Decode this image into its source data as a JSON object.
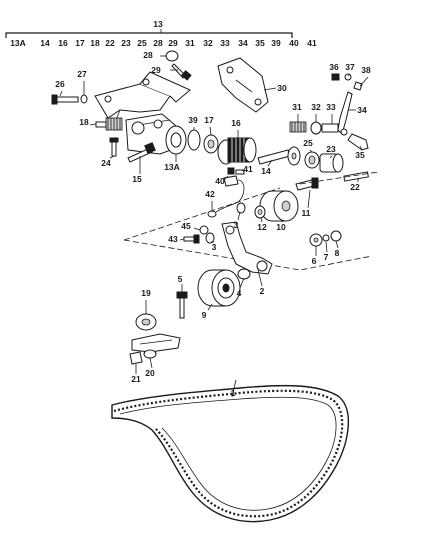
{
  "header": {
    "assembly_number": "13",
    "ref_list": [
      "13A",
      "14",
      "16",
      "17",
      "18",
      "22",
      "23",
      "25",
      "28",
      "29",
      "31",
      "32",
      "33",
      "34",
      "35",
      "39",
      "40",
      "41"
    ]
  },
  "callouts": [
    {
      "id": "c-1",
      "text": "1"
    },
    {
      "id": "c-2",
      "text": "2"
    },
    {
      "id": "c-3a",
      "text": "3"
    },
    {
      "id": "c-3b",
      "text": "3"
    },
    {
      "id": "c-4",
      "text": "4"
    },
    {
      "id": "c-5",
      "text": "5"
    },
    {
      "id": "c-6",
      "text": "6"
    },
    {
      "id": "c-7",
      "text": "7"
    },
    {
      "id": "c-8",
      "text": "8"
    },
    {
      "id": "c-9",
      "text": "9"
    },
    {
      "id": "c-10",
      "text": "10"
    },
    {
      "id": "c-11",
      "text": "11"
    },
    {
      "id": "c-12",
      "text": "12"
    },
    {
      "id": "c-13a",
      "text": "13A"
    },
    {
      "id": "c-14",
      "text": "14"
    },
    {
      "id": "c-15",
      "text": "15"
    },
    {
      "id": "c-16",
      "text": "16"
    },
    {
      "id": "c-17",
      "text": "17"
    },
    {
      "id": "c-18",
      "text": "18"
    },
    {
      "id": "c-19",
      "text": "19"
    },
    {
      "id": "c-20",
      "text": "20"
    },
    {
      "id": "c-21",
      "text": "21"
    },
    {
      "id": "c-22",
      "text": "22"
    },
    {
      "id": "c-23",
      "text": "23"
    },
    {
      "id": "c-24",
      "text": "24"
    },
    {
      "id": "c-25",
      "text": "25"
    },
    {
      "id": "c-26",
      "text": "26"
    },
    {
      "id": "c-27",
      "text": "27"
    },
    {
      "id": "c-28",
      "text": "28"
    },
    {
      "id": "c-29",
      "text": "29"
    },
    {
      "id": "c-30",
      "text": "30"
    },
    {
      "id": "c-31",
      "text": "31"
    },
    {
      "id": "c-32",
      "text": "32"
    },
    {
      "id": "c-33",
      "text": "33"
    },
    {
      "id": "c-34",
      "text": "34"
    },
    {
      "id": "c-35",
      "text": "35"
    },
    {
      "id": "c-36",
      "text": "36"
    },
    {
      "id": "c-37",
      "text": "37"
    },
    {
      "id": "c-38",
      "text": "38"
    },
    {
      "id": "c-39",
      "text": "39"
    },
    {
      "id": "c-40",
      "text": "40"
    },
    {
      "id": "c-41",
      "text": "41"
    },
    {
      "id": "c-42",
      "text": "42"
    },
    {
      "id": "c-43",
      "text": "43"
    },
    {
      "id": "c-45",
      "text": "45"
    }
  ],
  "colors": {
    "ink": "#1a1a1a",
    "paper": "#ffffff",
    "shade": "#cfcfcf"
  }
}
